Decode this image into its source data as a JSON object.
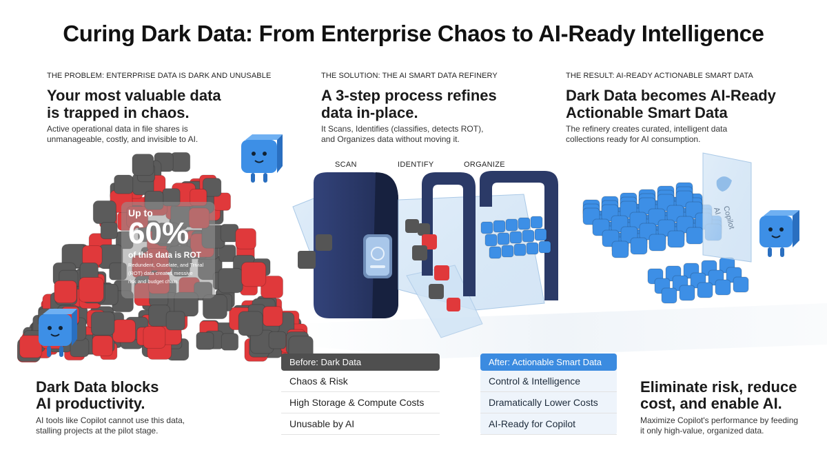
{
  "title": "Curing Dark Data: From Enterprise Chaos to AI-Ready Intelligence",
  "problem": {
    "kicker": "THE PROBLEM: ENTERPRISE DATA IS DARK AND UNUSABLE",
    "headline_1": "Your most valuable data",
    "headline_2": "is trapped in chaos.",
    "body_1": "Active operational data in file shares is",
    "body_2": "unmanageable, costly, and invisible to AI."
  },
  "solution": {
    "kicker": "THE SOLUTION: THE AI SMART DATA REFINERY",
    "headline_1": "A 3-step process refines",
    "headline_2": "data in-place.",
    "body_1": "It Scans, Identifies (classifies, detects ROT),",
    "body_2": "and Organizes data without moving it."
  },
  "result": {
    "kicker": "THE RESULT: AI-READY ACTIONABLE SMART DATA",
    "headline_1": "Dark Data becomes AI-Ready",
    "headline_2": "Actionable Smart Data",
    "body_1": "The refinery creates curated, intelligent data",
    "body_2": "collections ready for AI consumption."
  },
  "steps": {
    "scan": "SCAN",
    "identify": "IDENTIFY",
    "organize": "ORGANIZE"
  },
  "stat": {
    "up_to": "Up to",
    "percent": "60%",
    "subtitle": "of this data is ROT",
    "note_1": "Redundent, Ouselate, and Trivial",
    "note_2": "(ROT) data creates messive",
    "note_3": "risk and budget chain."
  },
  "copilot_panel": {
    "line_1": "AI",
    "line_2": "Copilot"
  },
  "before_table": {
    "header": "Before: Dark Data",
    "rows": [
      "Chaos & Risk",
      "High Storage & Compute Costs",
      "Unusable by AI"
    ]
  },
  "after_table": {
    "header": "After: Actionable Smart Data",
    "rows": [
      "Control & Intelligence",
      "Dramatically Lower Costs",
      "AI-Ready for Copilot"
    ]
  },
  "footer_left": {
    "headline_1": "Dark Data blocks",
    "headline_2": "AI productivity.",
    "body_1": "AI tools like Copilot cannot use this data,",
    "body_2": "stalling projects at the pilot stage."
  },
  "footer_right": {
    "headline_1": "Eliminate risk, reduce",
    "headline_2": "cost, and enable AI.",
    "body_1": "Maximize Copilot's performance by feeding",
    "body_2": "it only high-value, organized data."
  },
  "colors": {
    "dark_cube": "#5b5b5b",
    "red_cube": "#e0393b",
    "blue_cube": "#3d8fe6",
    "machine_navy": "#2b3a67",
    "glass": "#cfe3f5"
  }
}
